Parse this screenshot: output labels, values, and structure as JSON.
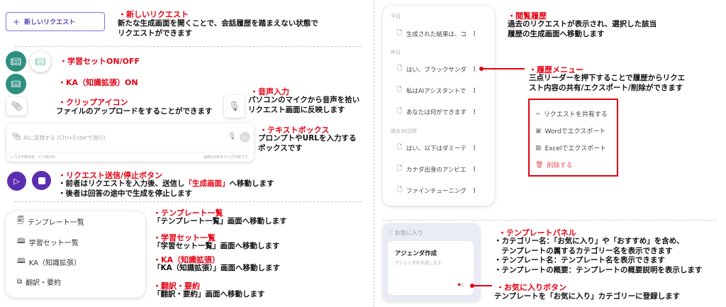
{
  "new_request": {
    "button_label": "新しいリクエスト",
    "title": "・新しいリクエスト",
    "desc": [
      "新たな生成画面を開くことで、会話履歴を踏まえない状態で",
      "リクエストができます"
    ]
  },
  "learning_set": {
    "title": "・学習セットON/OFF"
  },
  "ka": {
    "title": "・KA（知識拡張）ON"
  },
  "clip": {
    "title": "・クリップアイコン",
    "desc": "ファイルのアップロードをすることができます"
  },
  "voice": {
    "title": "・音声入力",
    "desc": [
      "パソコンのマイクから音声を拾い",
      "リクエスト画面に反映します"
    ]
  },
  "textbox": {
    "placeholder": "AIに質問する (Ctrl+Enterで改行)",
    "char_count": "入力文字数目安：0 / 96000",
    "image_note": "画像は5枚まで入力可能です",
    "title": "・テキストボックス",
    "desc": [
      "プロンプトやURLを入力する",
      "ボックスです"
    ]
  },
  "send_stop": {
    "title": "・リクエスト送信/停止ボタン",
    "desc1_pre": "・前者はリクエストを入力後、送信し",
    "desc1_hl": "「生成画面」",
    "desc1_post": "へ移動します",
    "desc2": "・後者は回答の途中で生成を停止します"
  },
  "sidebar": {
    "items": [
      {
        "label": "テンプレート一覧",
        "title": "・テンプレート一覧",
        "desc": "「テンプレート一覧」画面へ移動します"
      },
      {
        "label": "学習セット一覧",
        "title": "・学習セット一覧",
        "desc": "「学習セット一覧」画面へ移動します"
      },
      {
        "label": "KA（知識拡張）",
        "title": "・KA（知識拡張）",
        "desc": "「KA（知識拡張）」画面へ移動します"
      },
      {
        "label": "翻訳・要約",
        "title": "・翻訳・要約",
        "desc": "「翻訳・要約」画面へ移動します"
      }
    ]
  },
  "history": {
    "groups": [
      {
        "label": "今日",
        "items": [
          "生成された結果は、コ"
        ]
      },
      {
        "label": "昨日",
        "items": [
          "はい、ブラックサンダ",
          "私はAIアシスタントで",
          "あなたは何ができます"
        ]
      },
      {
        "label": "過去30日間",
        "items": [
          "はい、以下はダミーテ",
          "カナダ出身のアンビエ",
          "ファインチューニング"
        ]
      }
    ],
    "title": "・閲覧履歴",
    "desc": [
      "過去のリクエストが表示され、選択した該当",
      "履歴の生成画面へ移動します"
    ],
    "menu_title": "・履歴メニュー",
    "menu_desc": [
      "三点リーダーを押下することで履歴からリクエ",
      "スト内容の共有/エクスポート/削除ができます"
    ],
    "menu": [
      "リクエストを共有する",
      "Wordでエクスポート",
      "Excelでエクスポート",
      "削除する"
    ]
  },
  "template": {
    "category": "お気に入り",
    "name": "アジェンダ作成",
    "summary": "アジェンダを作成します",
    "fav_count": "1",
    "title": "・テンプレートパネル",
    "desc": [
      "・カテゴリー名：「お気に入り」や「おすすめ」を含め、",
      "　テンプレートの属するカテゴリー名を表示できます",
      "・テンプレート名：テンプレート名を表示できます",
      "・テンプレートの概要：テンプレートの概要説明を表示します"
    ],
    "fav_title": "・お気に入りボタン",
    "fav_desc": "テンプレートを「お気に入り」カテゴリーに登録します"
  },
  "colors": {
    "accent": "#e60012",
    "teal": "#2e8f80",
    "purple": "#5b2eb0"
  }
}
